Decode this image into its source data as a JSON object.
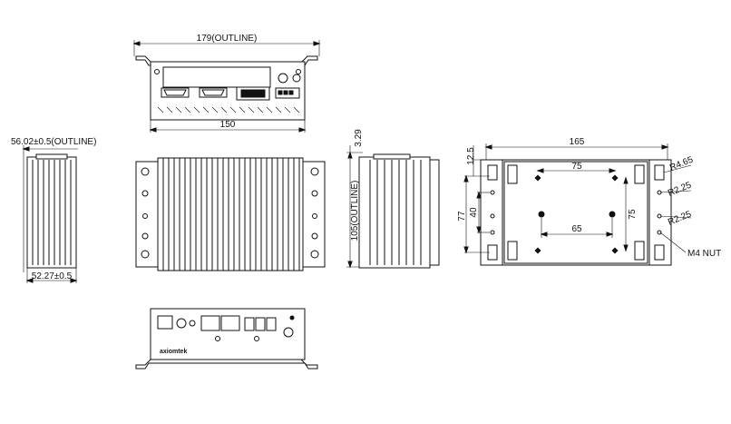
{
  "top_view": {
    "outline_width": "179(OUTLINE)",
    "body_width": "150"
  },
  "left_view": {
    "outline_depth": "56.02±0.5(OUTLINE)",
    "body_depth": "52.27±0.5"
  },
  "side_view": {
    "top_offset": "3.29",
    "outline_height": "105(OUTLINE)"
  },
  "bottom_view": {
    "overall_width": "165",
    "hole_spacing_top": "75",
    "hole_spacing_inner": "65",
    "vertical_inner": "75",
    "left_offset": "12.5",
    "left_height": "77",
    "left_inner": "40",
    "radius_large": "R4.65",
    "radius_small_1": "R2.25",
    "radius_small_2": "R2.25",
    "nut_label": "M4 NUT"
  },
  "front_view": {
    "brand_mark": "axiomtek"
  }
}
